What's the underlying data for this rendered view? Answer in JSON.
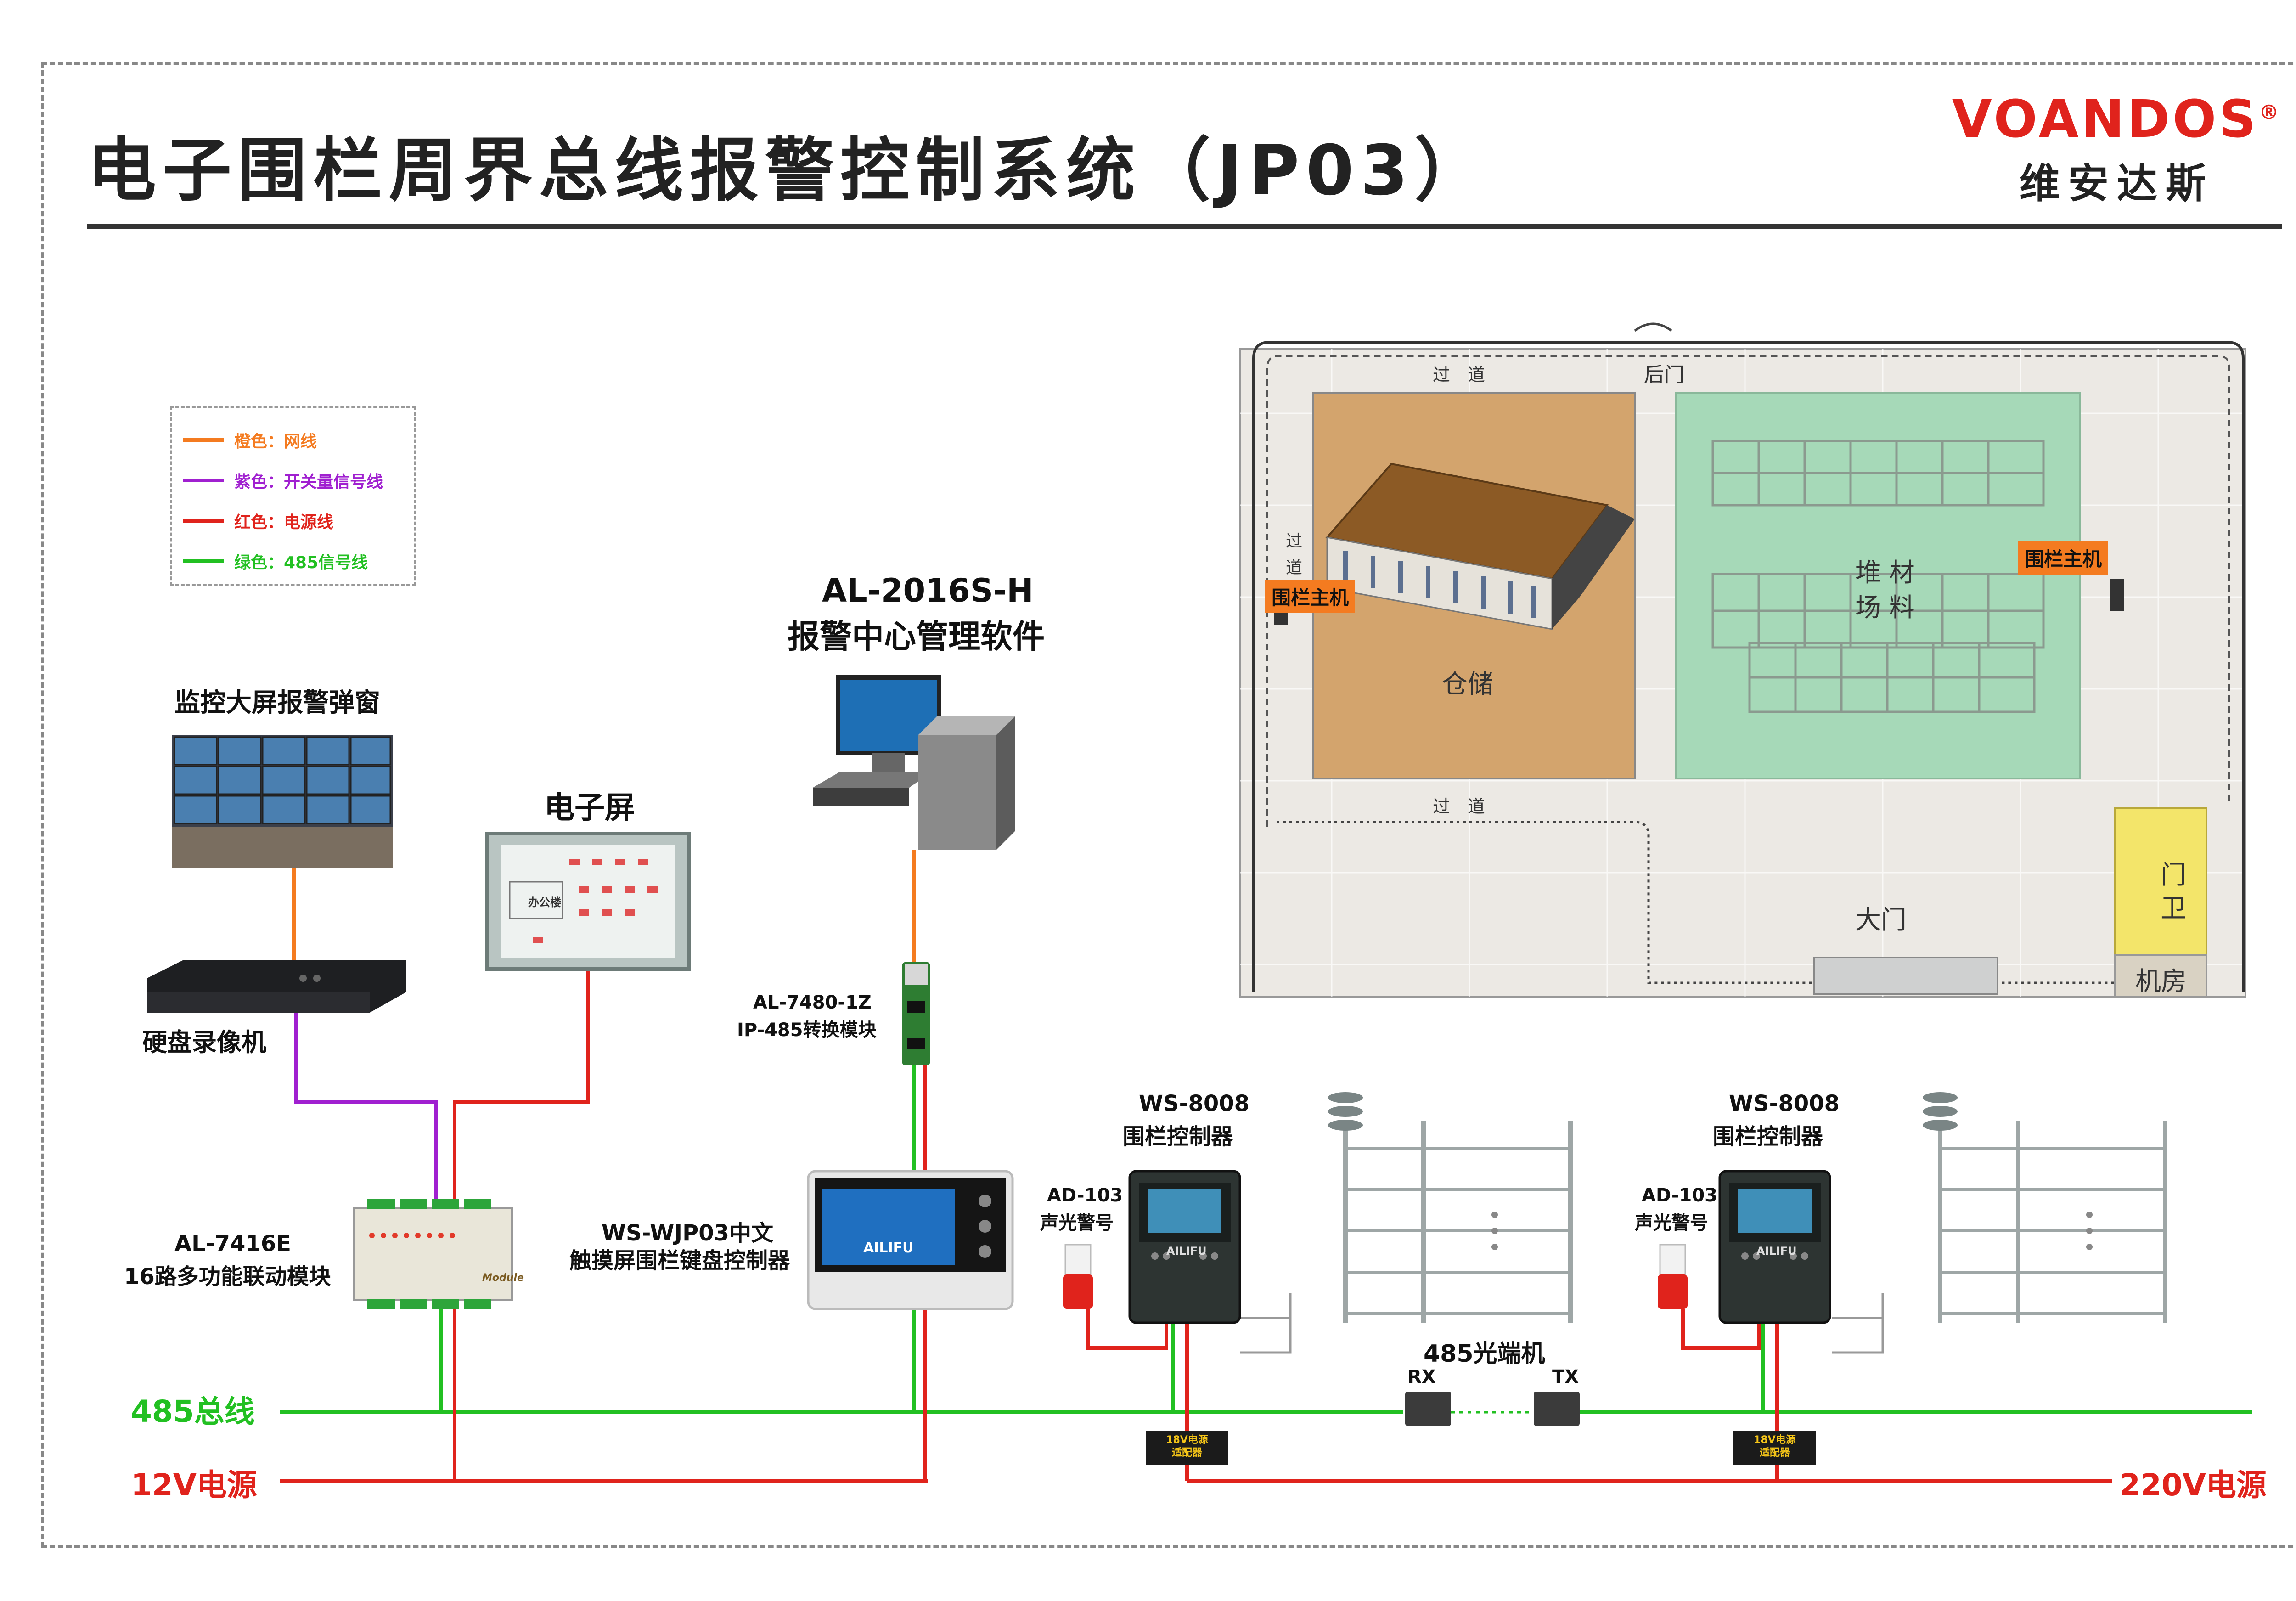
{
  "title": "电子围栏周界总线报警控制系统（JP03）",
  "brand": {
    "en": "VOANDOS",
    "mark": "®",
    "cn": "维安达斯"
  },
  "colors": {
    "net": "#f47b20",
    "switch": "#a020d0",
    "power": "#e0231c",
    "rs485": "#22c022"
  },
  "legend": [
    {
      "label": "橙色：网线",
      "color": "#f47b20"
    },
    {
      "label": "紫色：开关量信号线",
      "color": "#a020d0"
    },
    {
      "label": "红色：电源线",
      "color": "#e0231c"
    },
    {
      "label": "绿色：485信号线",
      "color": "#22c022"
    }
  ],
  "devices": {
    "wall": "监控大屏报警弹窗",
    "screen": "电子屏",
    "screen_inner": "办公楼",
    "software_model": "AL-2016S-H",
    "software_name": "报警中心管理软件",
    "nvr": "硬盘录像机",
    "converter_model": "AL-7480-1Z",
    "converter_name": "IP-485转换模块",
    "module_model": "AL-7416E",
    "module_name": "16路多功能联动模块",
    "module_badge": "Module",
    "keypad_model": "WS-WJP03中文",
    "keypad_name": "触摸屏围栏键盘控制器",
    "keypad_brand": "AILIFU",
    "ctrl1_model": "WS-8008",
    "ctrl1_name": "围栏控制器",
    "ctrl2_model": "WS-8008",
    "ctrl2_name": "围栏控制器",
    "ctrl_brand": "AILIFU",
    "siren1_model": "AD-103",
    "siren1_name": "声光警号",
    "siren2_model": "AD-103",
    "siren2_name": "声光警号",
    "optical": "485光端机",
    "rx": "RX",
    "tx": "TX",
    "adapter1": "18V电源\n适配器",
    "adapter2": "18V电源\n适配器"
  },
  "bus": {
    "rs485": "485总线",
    "p12v": "12V电源",
    "p220v": "220V电源"
  },
  "map": {
    "corridor_top": "过　道",
    "back_gate": "后门",
    "corridor_side": "过\n道",
    "fence_host_left": "围栏主机",
    "fence_host_right": "围栏主机",
    "storage": "仓储",
    "stack": "堆 材\n场 料",
    "corridor_bottom": "过　道",
    "main_gate": "大门",
    "guard": "门\n卫",
    "machine_room": "机房"
  }
}
